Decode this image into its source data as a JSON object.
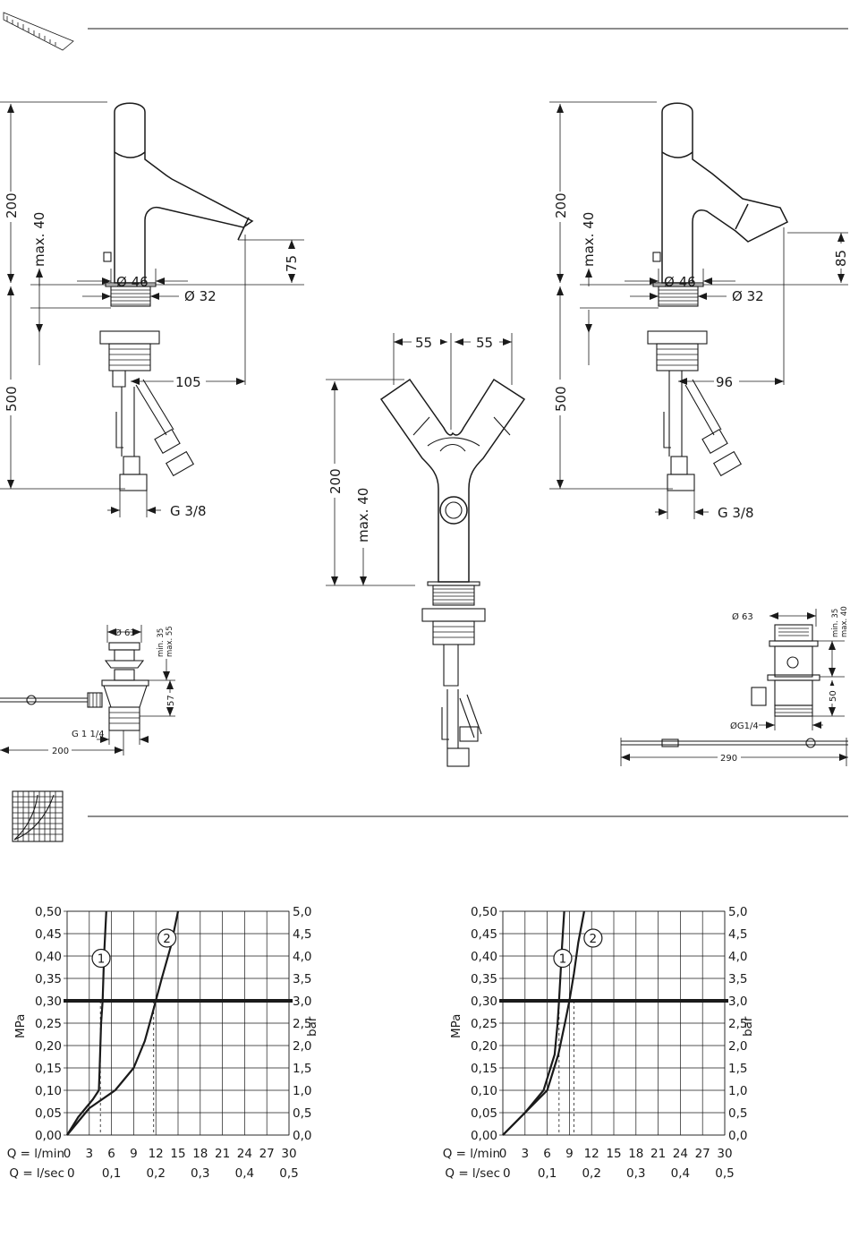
{
  "dimensions": {
    "left_height": "200",
    "left_max": "max. 40",
    "left_dia_spout": "Ø 46",
    "left_dia_shank": "Ø 32",
    "left_spout_h": "75",
    "left_below": "500",
    "left_reach": "105",
    "left_thread": "G 3/8",
    "right_height": "200",
    "right_max": "max. 40",
    "right_dia_spout": "Ø 46",
    "right_dia_shank": "Ø 32",
    "right_spout_h": "85",
    "right_below": "500",
    "right_reach": "96",
    "right_thread": "G 3/8",
    "top_left_55": "55",
    "top_right_55": "55",
    "front_height": "200",
    "front_max": "max. 40",
    "waste_left_dia": "Ø 63",
    "waste_left_min": "min. 35",
    "waste_left_max": "max. 55",
    "waste_left_57": "57",
    "waste_left_thread": "G 1 1/4",
    "waste_left_200": "200",
    "waste_right_dia": "Ø 63",
    "waste_right_min": "min. 35",
    "waste_right_max": "max. 40",
    "waste_right_50": "50",
    "waste_right_thread": "ØG1/4",
    "waste_right_290": "290"
  },
  "chart_data": [
    {
      "type": "line",
      "y_left_label": "MPa",
      "y_right_label": "bar",
      "y_left_ticks": [
        "0,00",
        "0,05",
        "0,10",
        "0,15",
        "0,20",
        "0,25",
        "0,30",
        "0,35",
        "0,40",
        "0,45",
        "0,50"
      ],
      "y_right_ticks": [
        "0,0",
        "0,5",
        "1,0",
        "1,5",
        "2,0",
        "2,5",
        "3,0",
        "3,5",
        "4,0",
        "4,5",
        "5,0"
      ],
      "x_row1_label": "Q = l/min",
      "x_row1_ticks": [
        "0",
        "3",
        "6",
        "9",
        "12",
        "15",
        "18",
        "21",
        "24",
        "27",
        "30"
      ],
      "x_row2_label": "Q = l/sec",
      "x_row2_ticks": [
        "0",
        "0,1",
        "0,2",
        "0,3",
        "0,4",
        "0,5"
      ],
      "xlim": [
        0,
        30
      ],
      "ylim": [
        0,
        0.5
      ],
      "reference_line_mpa": 0.3,
      "series": [
        {
          "name": "1",
          "x": [
            0,
            1.5,
            3.5,
            4.3,
            4.4,
            4.5,
            4.6,
            4.8,
            5.0,
            5.3
          ],
          "y": [
            0,
            0.04,
            0.08,
            0.1,
            0.15,
            0.2,
            0.25,
            0.3,
            0.4,
            0.5
          ],
          "marker_at": [
            4.6,
            0.395
          ]
        },
        {
          "name": "2",
          "x": [
            0,
            3.0,
            6.5,
            9.0,
            10.5,
            11.5,
            12.8,
            14.0,
            15.0
          ],
          "y": [
            0,
            0.06,
            0.1,
            0.15,
            0.21,
            0.27,
            0.35,
            0.42,
            0.5
          ],
          "marker_at": [
            13.5,
            0.44
          ]
        }
      ],
      "dashed_x": [
        4.5,
        11.7
      ]
    },
    {
      "type": "line",
      "y_left_label": "MPa",
      "y_right_label": "bar",
      "y_left_ticks": [
        "0,00",
        "0,05",
        "0,10",
        "0,15",
        "0,20",
        "0,25",
        "0,30",
        "0,35",
        "0,40",
        "0,45",
        "0,50"
      ],
      "y_right_ticks": [
        "0,0",
        "0,5",
        "1,0",
        "1,5",
        "2,0",
        "2,5",
        "3,0",
        "3,5",
        "4,0",
        "4,5",
        "5,0"
      ],
      "x_row1_label": "Q = l/min",
      "x_row1_ticks": [
        "0",
        "3",
        "6",
        "9",
        "12",
        "15",
        "18",
        "21",
        "24",
        "27",
        "30"
      ],
      "x_row2_label": "Q = l/sec",
      "x_row2_ticks": [
        "0",
        "0,1",
        "0,2",
        "0,3",
        "0,4",
        "0,5"
      ],
      "xlim": [
        0,
        30
      ],
      "ylim": [
        0,
        0.5
      ],
      "reference_line_mpa": 0.3,
      "series": [
        {
          "name": "1",
          "x": [
            0,
            3.0,
            5.5,
            7.0,
            7.4,
            7.6,
            7.8,
            8.0,
            8.3
          ],
          "y": [
            0,
            0.05,
            0.1,
            0.18,
            0.25,
            0.3,
            0.36,
            0.42,
            0.5
          ],
          "marker_at": [
            8.1,
            0.395
          ]
        },
        {
          "name": "2",
          "x": [
            0,
            3.0,
            6.0,
            7.5,
            8.4,
            9.0,
            9.6,
            10.2,
            11.0
          ],
          "y": [
            0,
            0.05,
            0.1,
            0.18,
            0.25,
            0.3,
            0.36,
            0.43,
            0.5
          ],
          "marker_at": [
            12.2,
            0.44
          ]
        }
      ],
      "dashed_x": [
        7.6,
        9.6
      ]
    }
  ]
}
